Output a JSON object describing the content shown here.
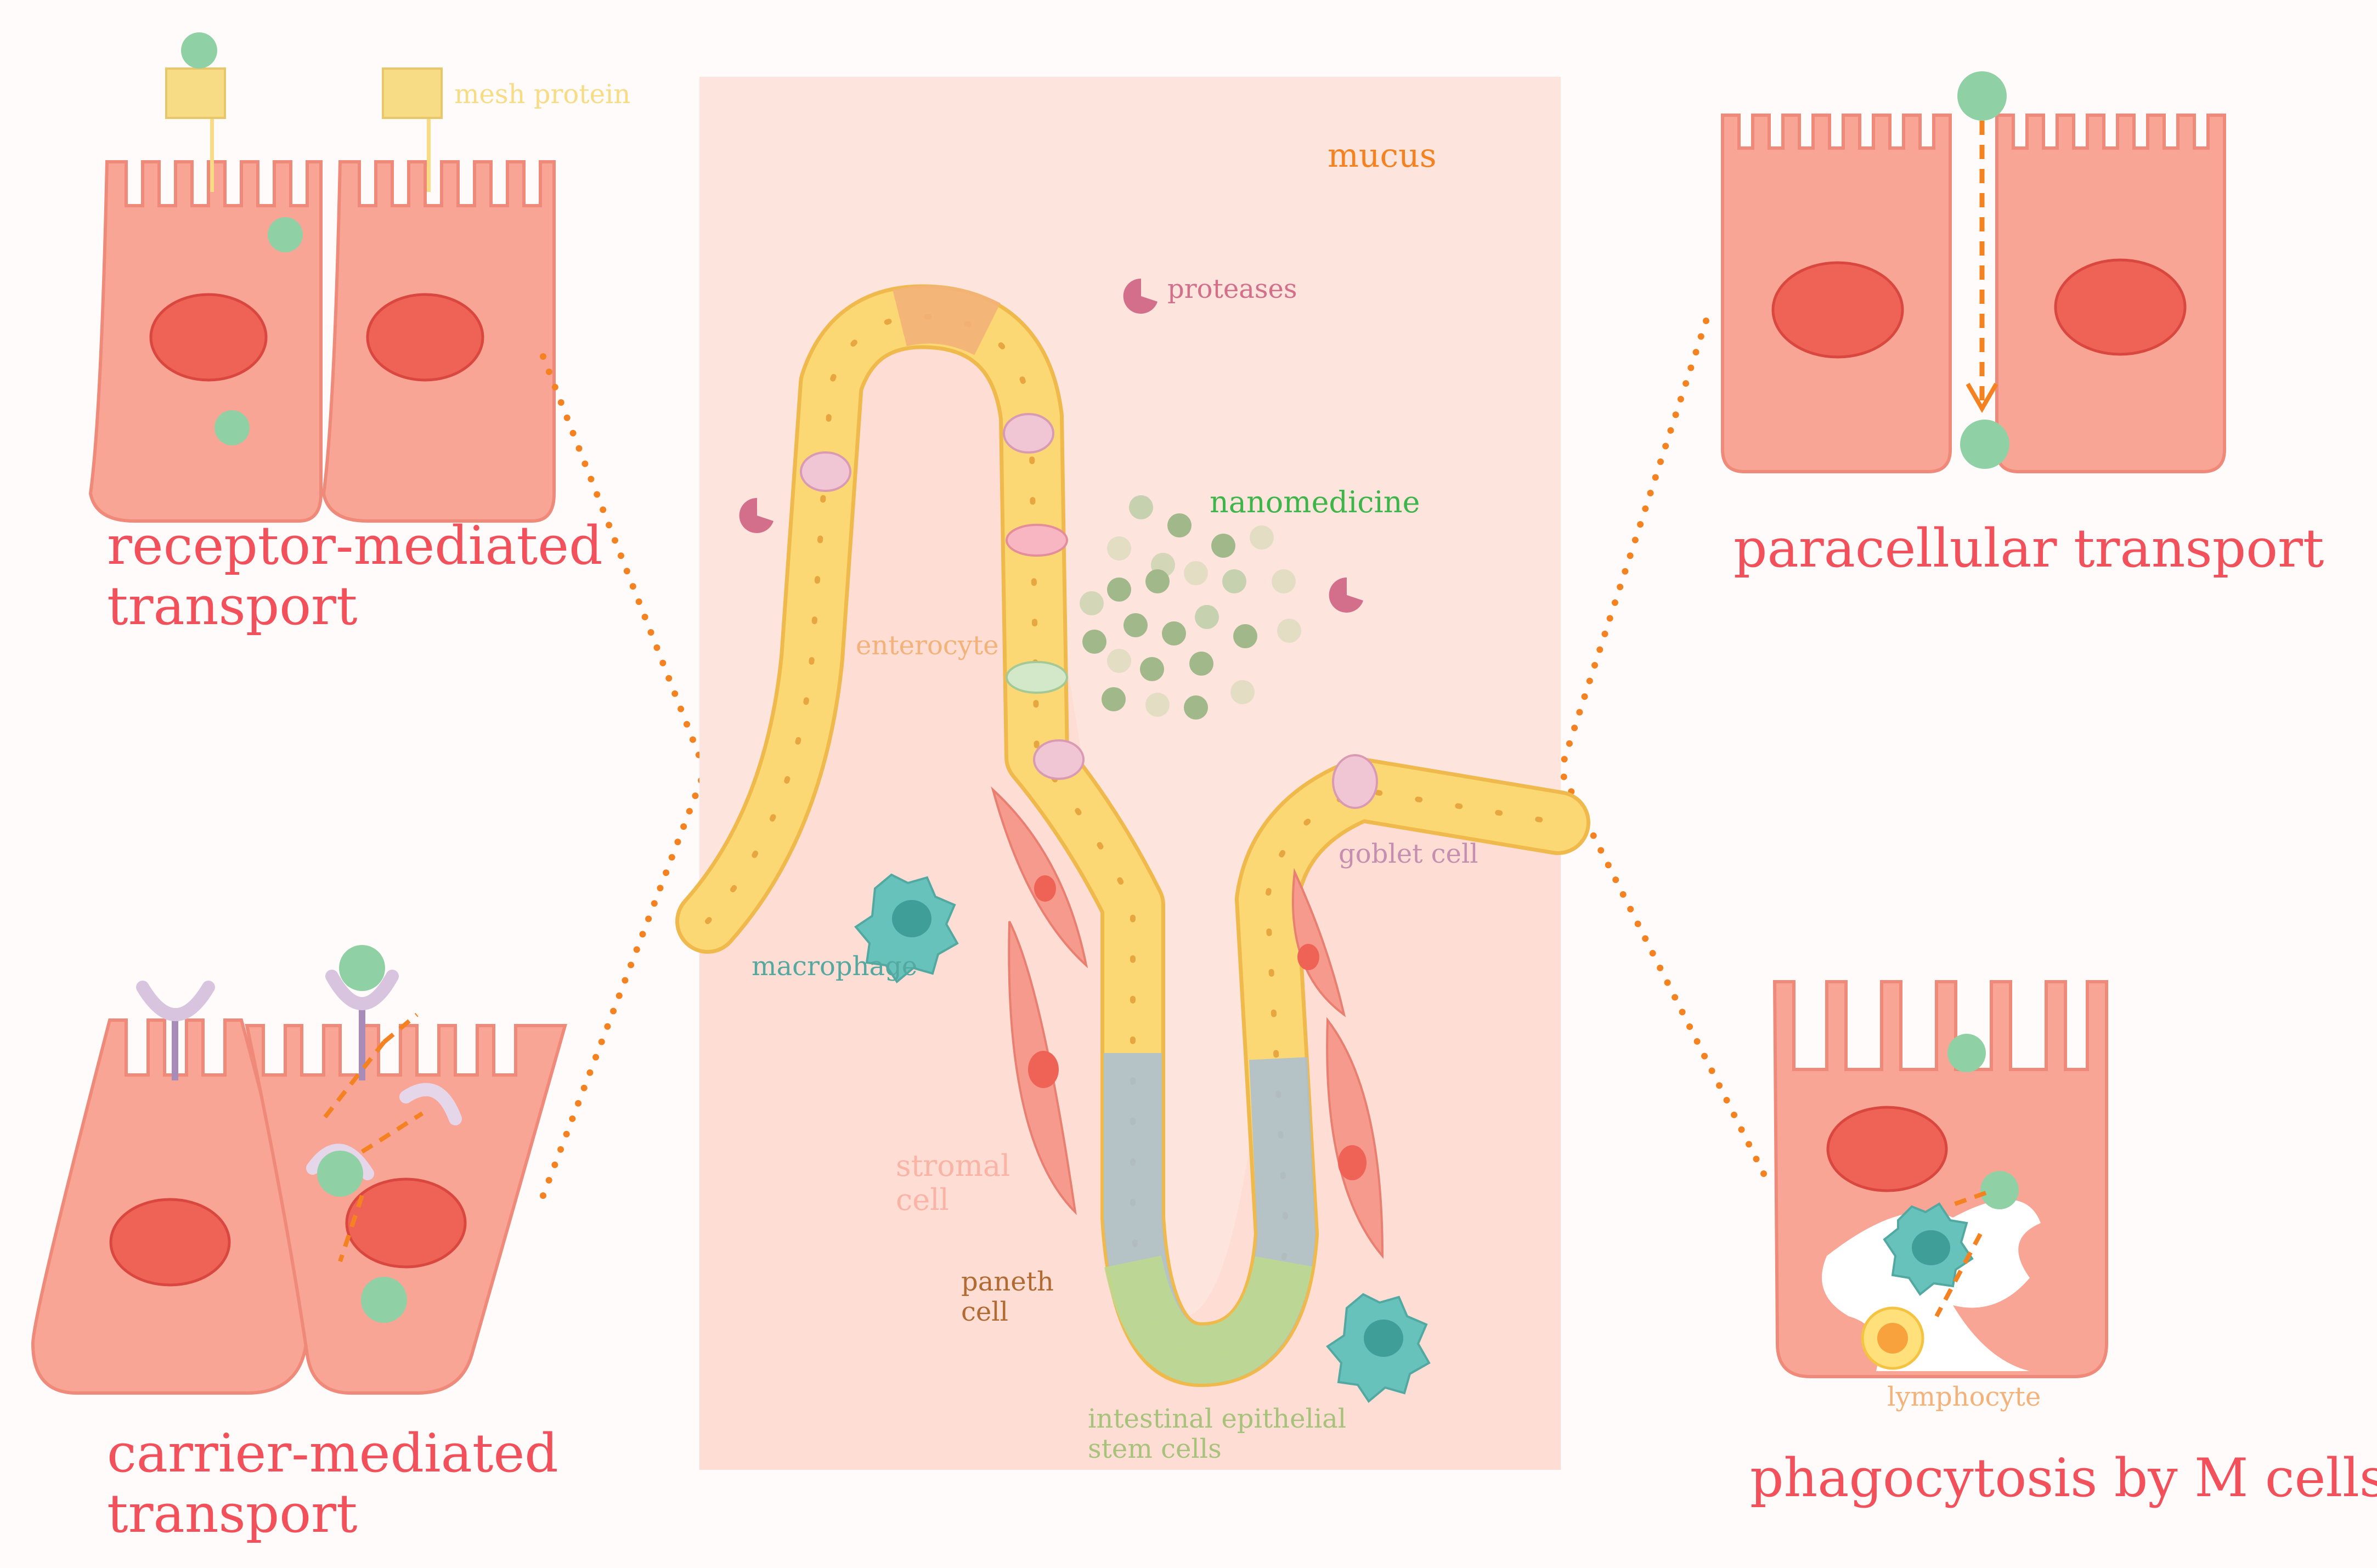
{
  "panels": {
    "receptor": {
      "line1": "receptor-mediated",
      "line2": "transport",
      "mesh_protein": "mesh protein"
    },
    "carrier": {
      "line1": "carrier-mediated",
      "line2": "transport"
    },
    "paracellular": {
      "title": "paracellular transport"
    },
    "mcells": {
      "title": "phagocytosis by M cells",
      "lymphocyte": "lymphocyte"
    }
  },
  "center": {
    "mucus": "mucus",
    "proteases": "proteases",
    "nanomedicine": "nanomedicine",
    "enterocyte": "enterocyte",
    "goblet_cell": "goblet cell",
    "macrophage": "macrophage",
    "stromal_line1": "stromal",
    "stromal_line2": "cell",
    "paneth_line1": "paneth",
    "paneth_line2": "cell",
    "stem_line1": "intestinal epithelial",
    "stem_line2": "stem cells"
  },
  "colors": {
    "title": "#f2505a",
    "cell": "#f9a595",
    "cell_edge": "#ef8a7b",
    "nucleus": "#ef6357",
    "particle": "#8fd1a4",
    "mesh_protein": "#f7dc85",
    "enterocyte": "#fbd873",
    "stem_cell": "#bdd88f",
    "paneth_cell": "#f3b279",
    "macrophage": "#66c2bb",
    "protease": "#d36e8b",
    "dotted_line": "#f58220",
    "mucus_bg": "#fde4dc"
  }
}
